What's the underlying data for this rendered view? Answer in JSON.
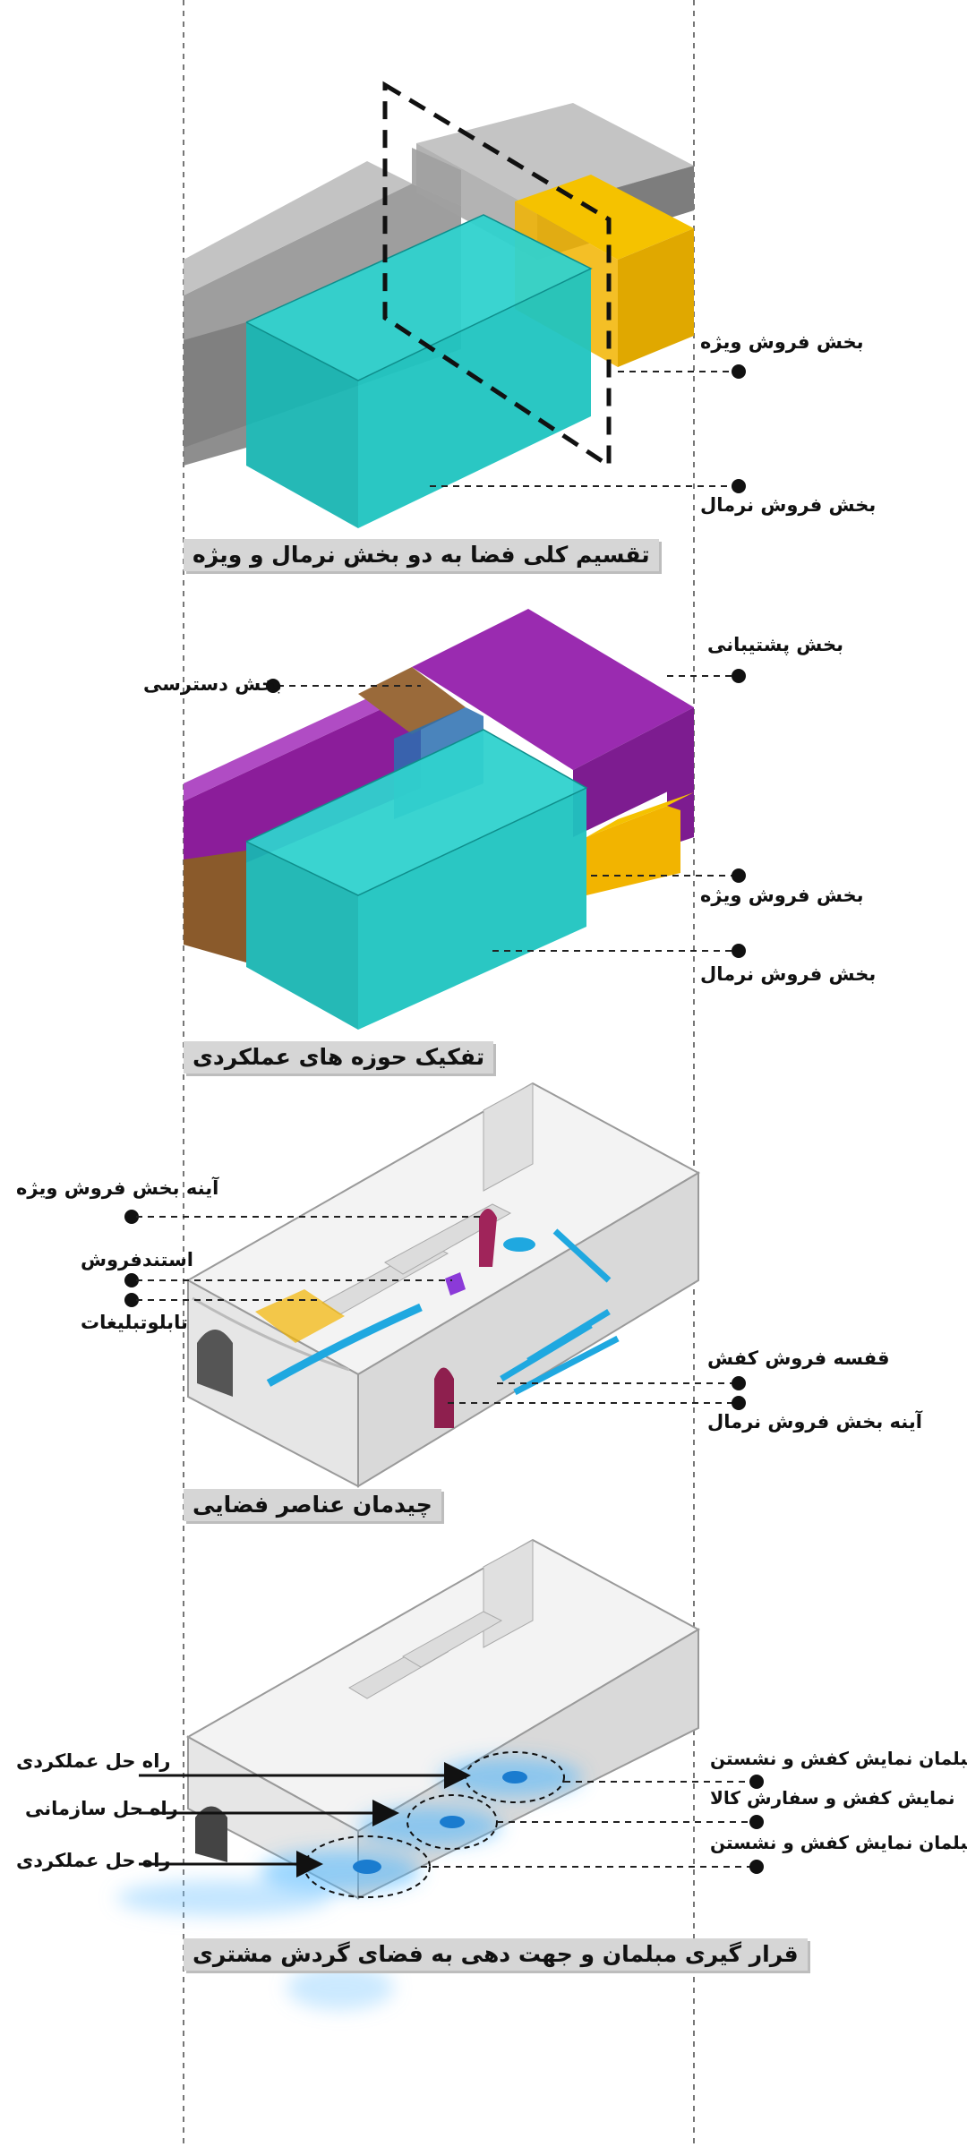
{
  "colors": {
    "normal": "#1fc4c0",
    "special": "#f2b400",
    "support": "#8b1d9a",
    "access": "#8a5a2b",
    "gray": "#8c8c8c",
    "flow": "#3aa0ff"
  },
  "section1": {
    "title": "تقسیم کلی فضا به دو بخش نرمال و ویژه",
    "label_special": "بخش فروش ویژه",
    "label_normal": "بخش فروش نرمال"
  },
  "section2": {
    "title": "تفکیک حوزه های عملکردی",
    "label_support": "بخش پشتیبانی",
    "label_access": "بخش دسترسی",
    "label_special": "بخش فروش ویژه",
    "label_normal": "بخش فروش نرمال"
  },
  "section3": {
    "title": "چیدمان عناصر فضایی",
    "label_mirror_special": "آینه بخش فروش ویژه",
    "label_stand": "استندفروش",
    "label_board": "تابلوتبلیغات",
    "label_shelf": "قفسه فروش کفش",
    "label_mirror_normal": "آینه بخش فروش نرمال"
  },
  "section4": {
    "title": "قرار گیری مبلمان و جهت دهی به فضای گردش مشتری",
    "label_solution_func_1": "راه حل عملکردی",
    "label_solution_struct": "راه حل سازمانی",
    "label_solution_func_2": "راه حل عملکردی",
    "label_furniture_1": "مبلمان نمایش کفش و نشستن",
    "label_display_order": "نمایش کفش و سفارش کالا",
    "label_furniture_2": "مبلمان نمایش کفش و نشستن"
  }
}
